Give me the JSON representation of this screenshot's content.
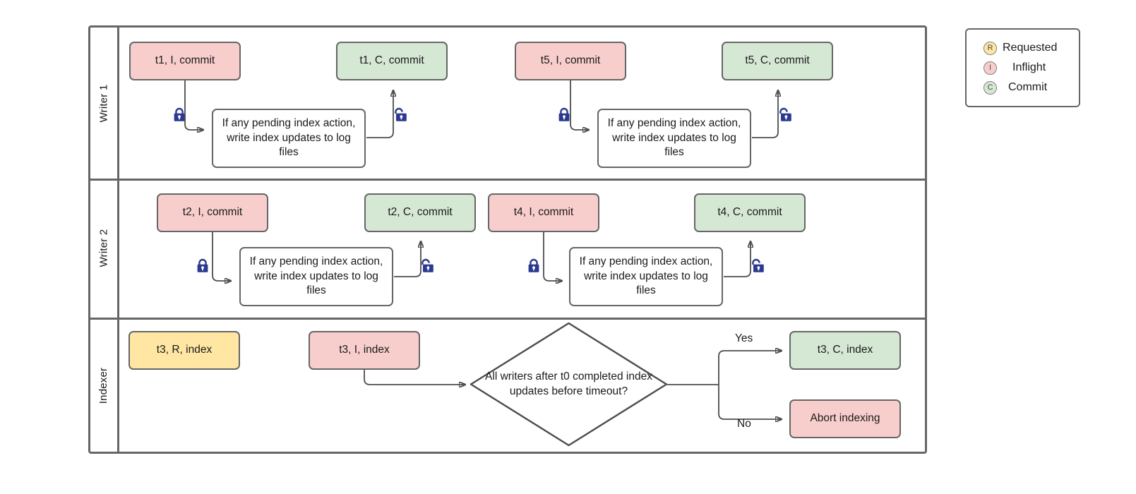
{
  "diagram": {
    "title": "Writer / Indexer lock coordination swimlane",
    "colors": {
      "inflight": "#f8cecc",
      "commit": "#d5e8d4",
      "requested": "#ffe6a3",
      "border": "#666666",
      "connector": "#4d4d4d",
      "lock": "#2b3990"
    }
  },
  "lanes": [
    {
      "label": "Writer 1"
    },
    {
      "label": "Writer 2"
    },
    {
      "label": "Indexer"
    }
  ],
  "writer1": {
    "nodes": [
      {
        "id": "w1-t1-i",
        "label": "t1, I, commit",
        "state": "inflight"
      },
      {
        "id": "w1-t1-c",
        "label": "t1, C, commit",
        "state": "commit"
      },
      {
        "id": "w1-t5-i",
        "label": "t5, I, commit",
        "state": "inflight"
      },
      {
        "id": "w1-t5-c",
        "label": "t5, C, commit",
        "state": "commit"
      },
      {
        "id": "w1-task-a",
        "label": "If any pending index action, write index updates to log files",
        "state": "plain"
      },
      {
        "id": "w1-task-b",
        "label": "If any pending index action, write index updates to log files",
        "state": "plain"
      }
    ],
    "locks": [
      {
        "id": "w1-lock-1",
        "type": "locked"
      },
      {
        "id": "w1-lock-2",
        "type": "unlocked"
      },
      {
        "id": "w1-lock-3",
        "type": "locked"
      },
      {
        "id": "w1-lock-4",
        "type": "unlocked"
      }
    ]
  },
  "writer2": {
    "nodes": [
      {
        "id": "w2-t2-i",
        "label": "t2, I, commit",
        "state": "inflight"
      },
      {
        "id": "w2-t2-c",
        "label": "t2, C, commit",
        "state": "commit"
      },
      {
        "id": "w2-t4-i",
        "label": "t4, I, commit",
        "state": "inflight"
      },
      {
        "id": "w2-t4-c",
        "label": "t4, C, commit",
        "state": "commit"
      },
      {
        "id": "w2-task-a",
        "label": "If any pending index action, write index updates to log files",
        "state": "plain"
      },
      {
        "id": "w2-task-b",
        "label": "If any pending index action, write index updates to log files",
        "state": "plain"
      }
    ],
    "locks": [
      {
        "id": "w2-lock-1",
        "type": "locked"
      },
      {
        "id": "w2-lock-2",
        "type": "unlocked"
      },
      {
        "id": "w2-lock-3",
        "type": "locked"
      },
      {
        "id": "w2-lock-4",
        "type": "unlocked"
      }
    ]
  },
  "indexer": {
    "nodes": [
      {
        "id": "ix-t3-r",
        "label": "t3, R, index",
        "state": "requested"
      },
      {
        "id": "ix-t3-i",
        "label": "t3, I, index",
        "state": "inflight"
      },
      {
        "id": "ix-t3-c",
        "label": "t3, C, index",
        "state": "commit"
      },
      {
        "id": "ix-abort",
        "label": "Abort indexing",
        "state": "inflight"
      }
    ],
    "decision": {
      "id": "ix-decision",
      "label": "All writers after t0 completed index updates before timeout?"
    },
    "edge_labels": {
      "yes": "Yes",
      "no": "No"
    }
  },
  "legend": {
    "items": [
      {
        "badge": "R",
        "label": "Requested",
        "color": "#ffe6a3"
      },
      {
        "badge": "I",
        "label": "Inflight",
        "color": "#f8cecc"
      },
      {
        "badge": "C",
        "label": "Commit",
        "color": "#d5e8d4"
      }
    ]
  }
}
